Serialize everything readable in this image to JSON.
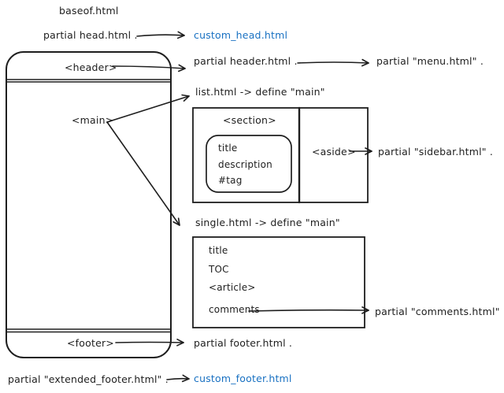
{
  "colors": {
    "stroke": "#1e1e1e",
    "accent_blue": "#1971c2",
    "background": "#ffffff"
  },
  "diagram": {
    "title": "baseof.html",
    "head": {
      "partial_label": "partial head.html .",
      "target": "custom_head.html"
    },
    "page": {
      "header_tag": "<header>",
      "main_tag": "<main>",
      "footer_tag": "<footer>"
    },
    "header_flow": {
      "partial_label": "partial header.html .",
      "menu_label": "partial \"menu.html\" ."
    },
    "list_template": {
      "label": "list.html -> define \"main\"",
      "section_tag": "<section>",
      "card_items": [
        "title",
        "description",
        "#tag"
      ],
      "aside_tag": "<aside>",
      "sidebar_label": "partial \"sidebar.html\" ."
    },
    "single_template": {
      "label": "single.html -> define \"main\"",
      "items": [
        "title",
        "TOC",
        "<article>",
        "comments"
      ],
      "comments_label": "partial \"comments.html\" ."
    },
    "footer_flow": {
      "partial_label": "partial footer.html .",
      "extended_label": "partial \"extended_footer.html\" .",
      "target": "custom_footer.html"
    }
  }
}
